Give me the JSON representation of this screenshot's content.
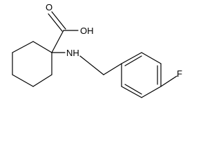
{
  "molecule": {
    "labels": {
      "carboxylic_oh": "OH",
      "carbonyl_o": "O",
      "amine_nh": "NH",
      "fluorine": "F"
    }
  }
}
